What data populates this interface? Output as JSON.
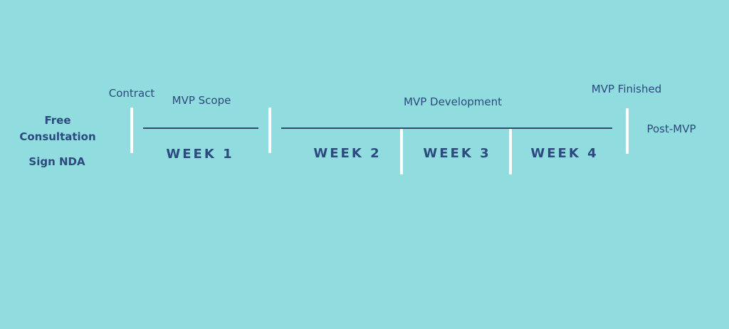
{
  "colors": {
    "background": "#91dcdf",
    "text": "#2c4a7d",
    "line": "#34476f",
    "divider": "#ffffff"
  },
  "milestones": {
    "free_consultation": "Free\nConsultation",
    "sign_nda": "Sign NDA",
    "contract": "Contract",
    "mvp_scope": "MVP Scope",
    "mvp_development": "MVP Development",
    "mvp_finished": "MVP Finished",
    "post_mvp": "Post-MVP"
  },
  "weeks": [
    "WEEK 1",
    "WEEK 2",
    "WEEK 3",
    "WEEK 4"
  ]
}
